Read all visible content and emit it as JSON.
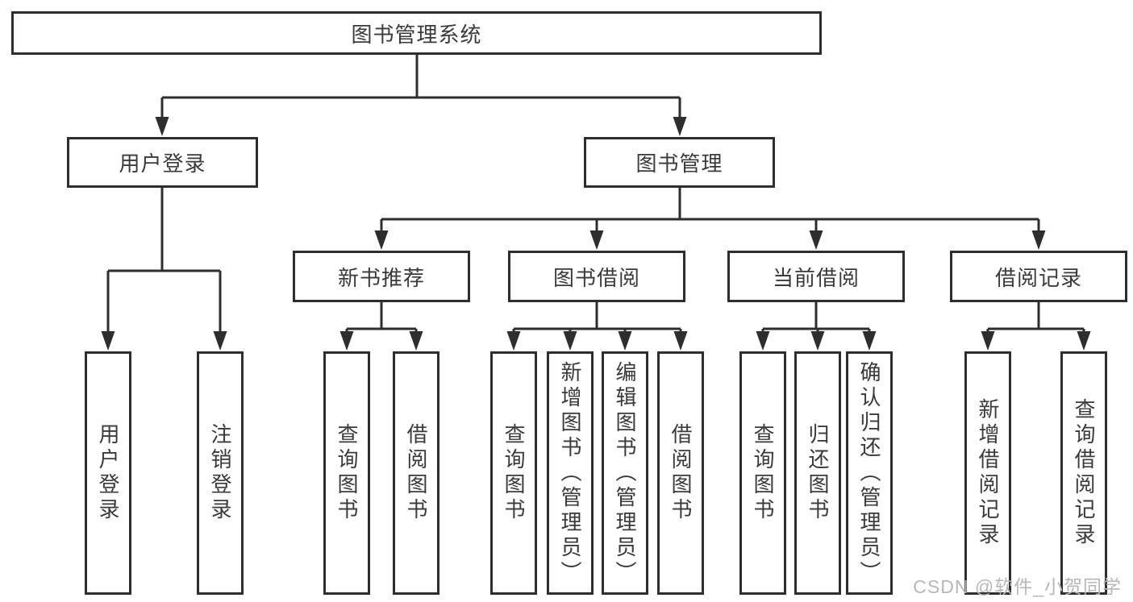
{
  "diagram": {
    "root": {
      "label": "图书管理系统"
    },
    "branches": [
      {
        "label": "用户登录",
        "children": [
          {
            "label": "用户登录"
          },
          {
            "label": "注销登录"
          }
        ]
      },
      {
        "label": "图书管理",
        "children": [
          {
            "label": "新书推荐",
            "children": [
              {
                "label": "查询图书"
              },
              {
                "label": "借阅图书"
              }
            ]
          },
          {
            "label": "图书借阅",
            "children": [
              {
                "label": "查询图书"
              },
              {
                "label": "新增图书（管理员）"
              },
              {
                "label": "编辑图书（管理员）"
              },
              {
                "label": "借阅图书"
              }
            ]
          },
          {
            "label": "当前借阅",
            "children": [
              {
                "label": "查询图书"
              },
              {
                "label": "归还图书"
              },
              {
                "label": "确认归还（管理员）"
              }
            ]
          },
          {
            "label": "借阅记录",
            "children": [
              {
                "label": "新增借阅记录"
              },
              {
                "label": "查询借阅记录"
              }
            ]
          }
        ]
      }
    ],
    "watermark": "CSDN @软件_小贺同学",
    "colors": {
      "line": "#2e2e2e",
      "text": "#3a3a3a",
      "watermark": "#b7b7b7",
      "background": "#ffffff"
    }
  }
}
